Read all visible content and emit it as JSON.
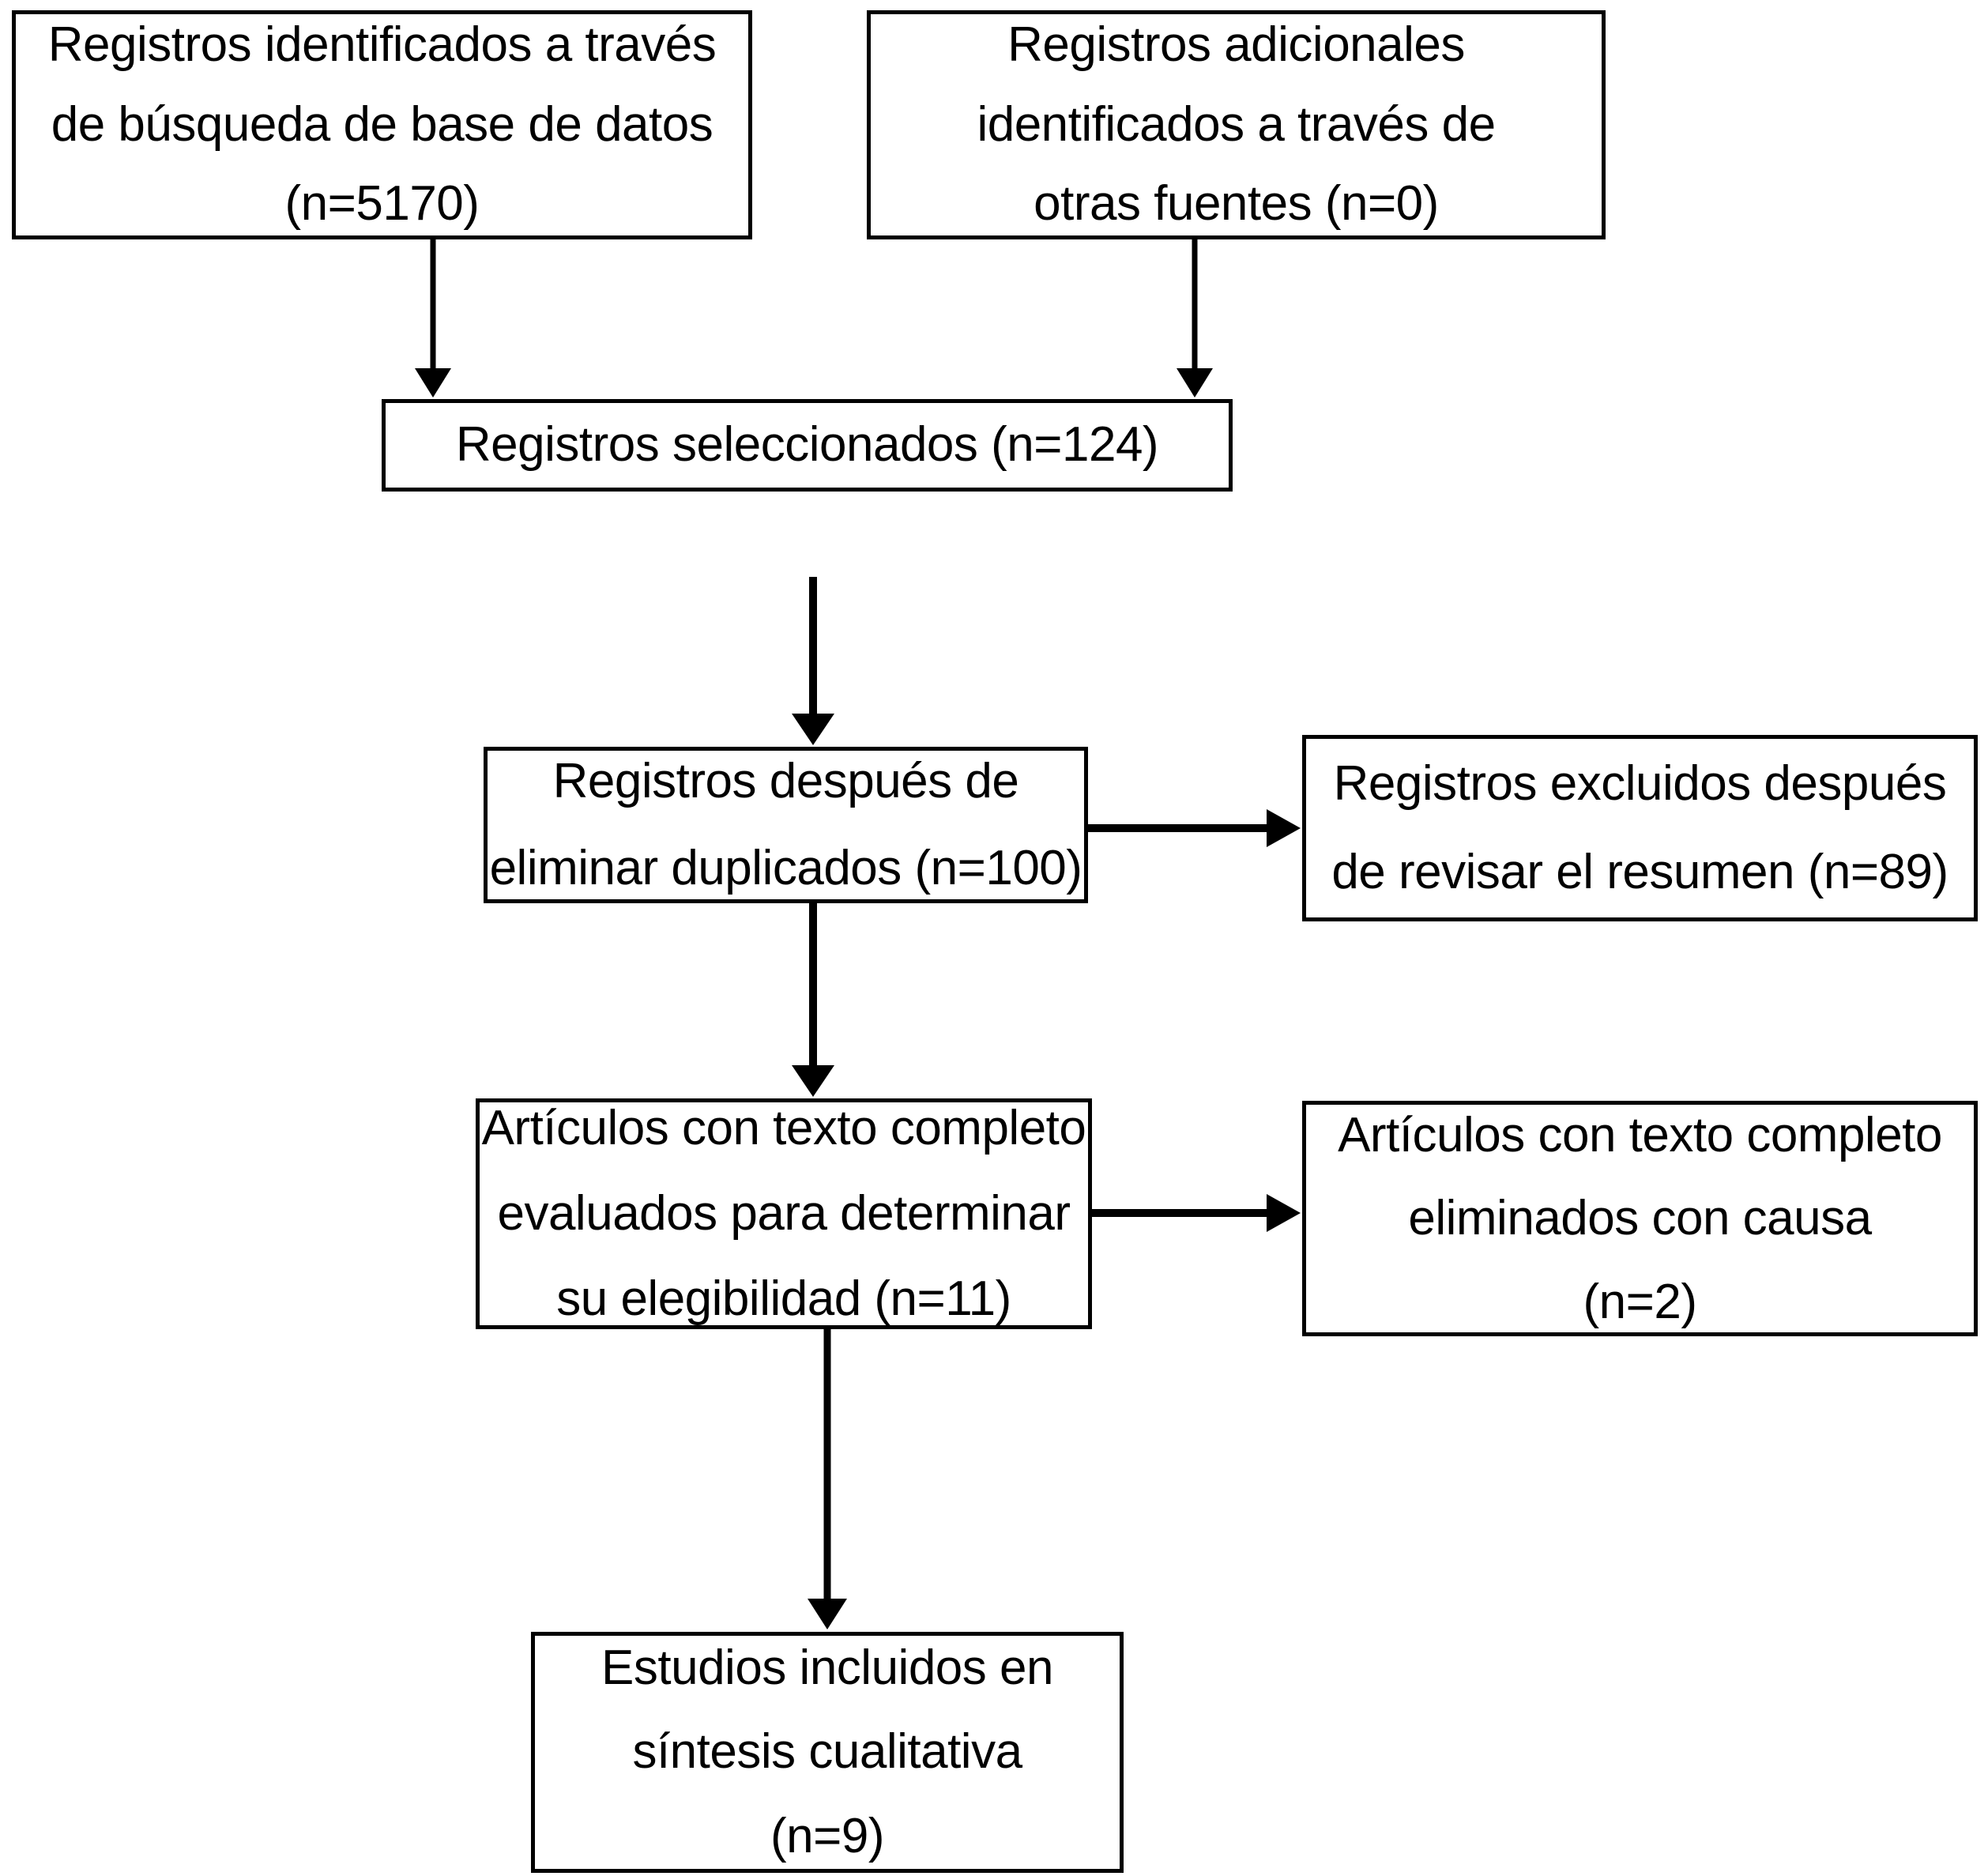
{
  "diagram": {
    "type": "prisma-flow-diagram",
    "language": "es",
    "colors": {
      "stroke": "#000000",
      "fill": "#ffffff",
      "text": "#000000"
    },
    "boxes": [
      {
        "id": "identified-database",
        "lines": [
          "Registros identificados a través",
          "de búsqueda de base de datos",
          "(n=5170)"
        ],
        "n": 5170
      },
      {
        "id": "identified-other",
        "lines": [
          "Registros adicionales",
          "identificados a través de",
          "otras fuentes (n=0)"
        ],
        "n": 0
      },
      {
        "id": "screened",
        "lines": [
          "Registros seleccionados (n=124)"
        ],
        "n": 124
      },
      {
        "id": "after-duplicates",
        "lines": [
          "Registros después de",
          "eliminar duplicados (n=100)"
        ],
        "n": 100
      },
      {
        "id": "excluded-abstract",
        "lines": [
          "Registros excluidos después",
          "de revisar el resumen (n=89)"
        ],
        "n": 89
      },
      {
        "id": "fulltext-assessed",
        "lines": [
          "Artículos con texto completo",
          "evaluados para determinar",
          "su elegibilidad (n=11)"
        ],
        "n": 11
      },
      {
        "id": "fulltext-excluded",
        "lines": [
          "Artículos con texto completo",
          "eliminados con causa",
          "(n=2)"
        ],
        "n": 2
      },
      {
        "id": "included-qualitative",
        "lines": [
          "Estudios incluidos en",
          "síntesis cualitativa",
          "(n=9)"
        ],
        "n": 9
      }
    ],
    "connectors": [
      {
        "id": "db-to-screened",
        "from": "identified-database",
        "to": "screened",
        "direction": "down"
      },
      {
        "id": "other-to-screened",
        "from": "identified-other",
        "to": "screened",
        "direction": "down"
      },
      {
        "id": "screened-to-dedup",
        "from": "screened",
        "to": "after-duplicates",
        "direction": "down"
      },
      {
        "id": "dedup-to-excluded-abstract",
        "from": "after-duplicates",
        "to": "excluded-abstract",
        "direction": "right"
      },
      {
        "id": "dedup-to-fulltext",
        "from": "after-duplicates",
        "to": "fulltext-assessed",
        "direction": "down"
      },
      {
        "id": "fulltext-to-excluded-full",
        "from": "fulltext-assessed",
        "to": "fulltext-excluded",
        "direction": "right"
      },
      {
        "id": "fulltext-to-included",
        "from": "fulltext-assessed",
        "to": "included-qualitative",
        "direction": "down"
      }
    ]
  }
}
